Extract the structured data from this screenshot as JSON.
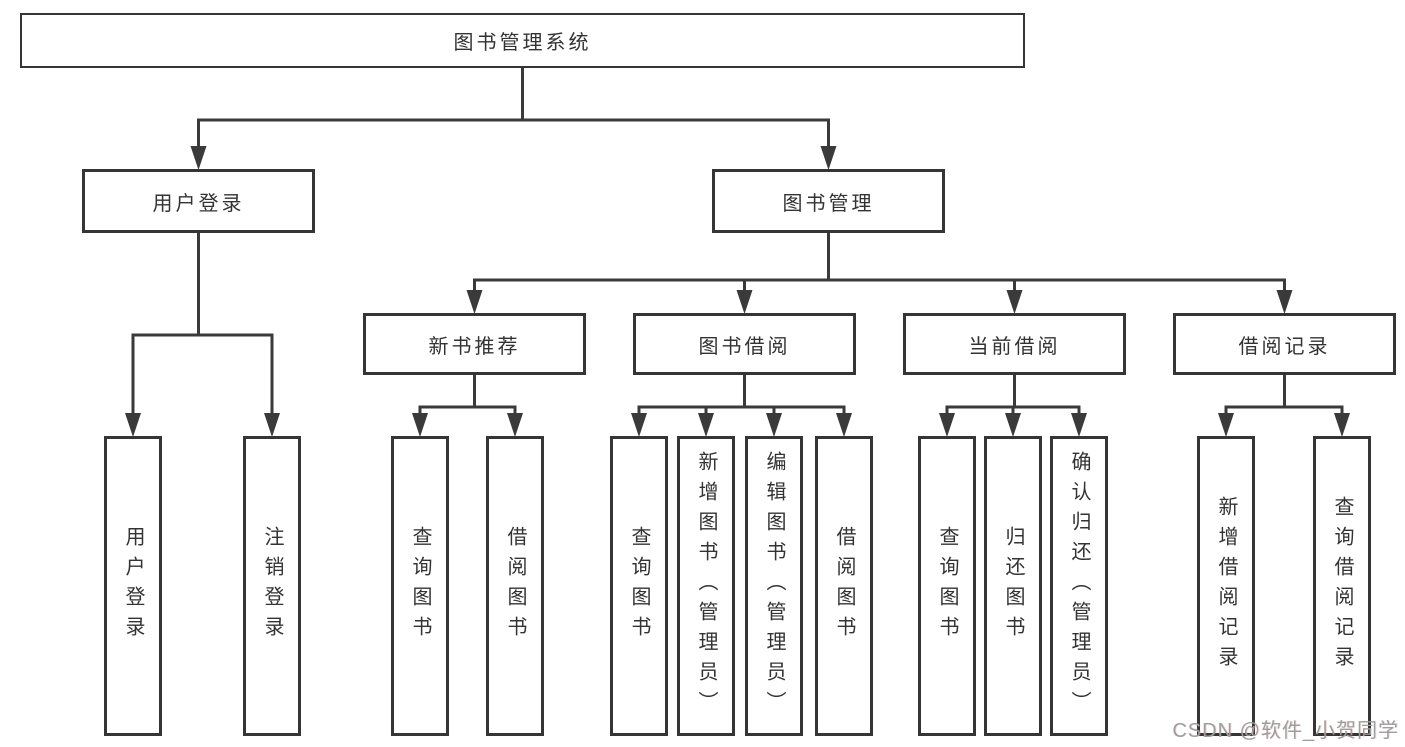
{
  "nodes": {
    "root": {
      "label": "图书管理系统"
    },
    "user_login": {
      "label": "用户登录"
    },
    "book_management": {
      "label": "图书管理"
    },
    "new_book_recommend": {
      "label": "新书推荐"
    },
    "book_borrow": {
      "label": "图书借阅"
    },
    "current_borrow": {
      "label": "当前借阅"
    },
    "borrow_record": {
      "label": "借阅记录"
    },
    "leaf_user_login": {
      "label": "用户登录"
    },
    "leaf_logout": {
      "label": "注销登录"
    },
    "leaf_nb_query": {
      "label": "查询图书"
    },
    "leaf_nb_borrow": {
      "label": "借阅图书"
    },
    "leaf_bb_query": {
      "label": "查询图书"
    },
    "leaf_bb_add": {
      "label": "新增图书（管理员）"
    },
    "leaf_bb_edit": {
      "label": "编辑图书（管理员）"
    },
    "leaf_bb_borrow": {
      "label": "借阅图书"
    },
    "leaf_cb_query": {
      "label": "查询图书"
    },
    "leaf_cb_return": {
      "label": "归还图书"
    },
    "leaf_cb_confirm": {
      "label": "确认归还（管理员）"
    },
    "leaf_br_add": {
      "label": "新增借阅记录"
    },
    "leaf_br_query": {
      "label": "查询借阅记录"
    }
  },
  "edges": [
    {
      "parent": "root",
      "children": [
        "user_login",
        "book_management"
      ]
    },
    {
      "parent": "user_login",
      "children": [
        "leaf_user_login",
        "leaf_logout"
      ]
    },
    {
      "parent": "book_management",
      "children": [
        "new_book_recommend",
        "book_borrow",
        "current_borrow",
        "borrow_record"
      ]
    },
    {
      "parent": "new_book_recommend",
      "children": [
        "leaf_nb_query",
        "leaf_nb_borrow"
      ]
    },
    {
      "parent": "book_borrow",
      "children": [
        "leaf_bb_query",
        "leaf_bb_add",
        "leaf_bb_edit",
        "leaf_bb_borrow"
      ]
    },
    {
      "parent": "current_borrow",
      "children": [
        "leaf_cb_query",
        "leaf_cb_return",
        "leaf_cb_confirm"
      ]
    },
    {
      "parent": "borrow_record",
      "children": [
        "leaf_br_add",
        "leaf_br_query"
      ]
    }
  ],
  "watermark": {
    "text": "CSDN @软件_小贺同学"
  },
  "colors": {
    "line": "#3a3a3a",
    "border": "#353535",
    "text": "#333333",
    "watermark": "#9e9e9e",
    "background": "#ffffff"
  }
}
